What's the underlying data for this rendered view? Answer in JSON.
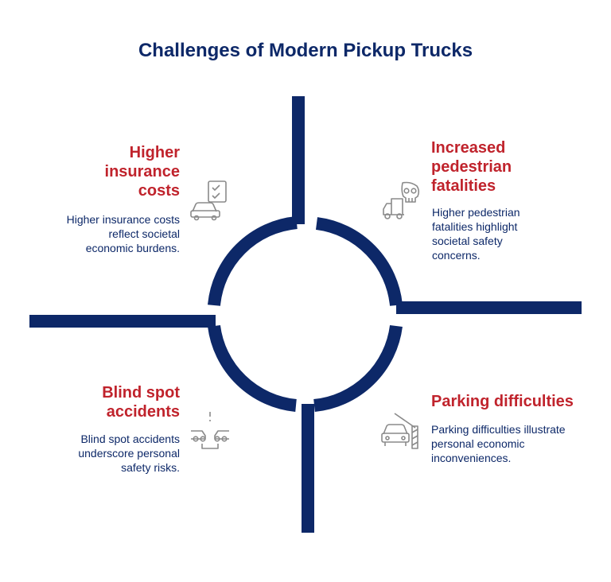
{
  "title": "Challenges of Modern Pickup Trucks",
  "colors": {
    "structure": "#0d2868",
    "heading": "#c0232c",
    "text": "#0d2868",
    "icon": "#8a8a8a"
  },
  "quadrants": [
    {
      "position": "top-left",
      "title": "Higher insurance costs",
      "description": "Higher insurance costs reflect societal economic burdens.",
      "icon": "car-insurance-checklist-icon"
    },
    {
      "position": "top-right",
      "title": "Increased pedestrian fatalities",
      "description": "Higher pedestrian fatalities highlight societal safety concerns.",
      "icon": "truck-skull-icon"
    },
    {
      "position": "bottom-left",
      "title": "Blind spot accidents",
      "description": "Blind spot accidents underscore personal safety risks.",
      "icon": "car-collision-icon"
    },
    {
      "position": "bottom-right",
      "title": "Parking difficulties",
      "description": "Parking difficulties illustrate personal economic inconveniences.",
      "icon": "parking-barrier-car-icon"
    }
  ]
}
